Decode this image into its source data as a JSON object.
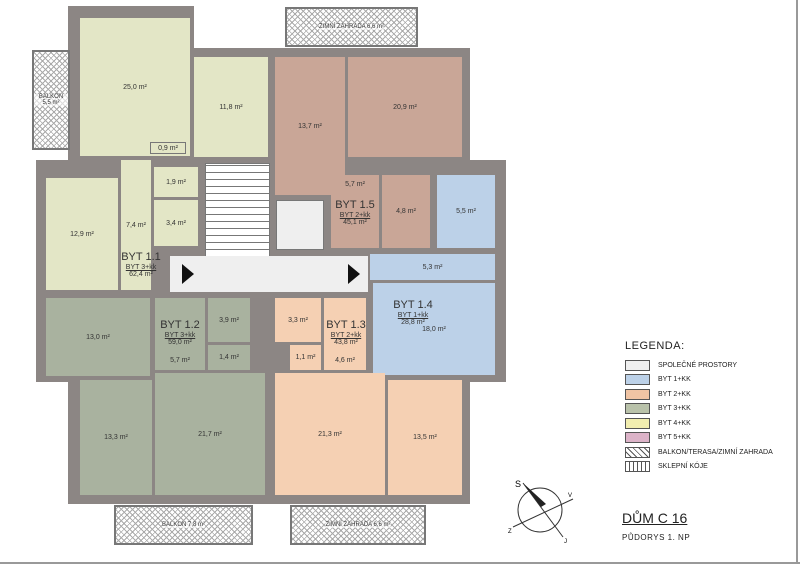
{
  "rooms": {
    "r1_living": "25,0 m²",
    "r1_room": "11,8 m²",
    "r1_pantry": "0,9 m²",
    "r1_bed": "12,9 m²",
    "r1_hall": "7,4 m²",
    "r1_wc": "1,9 m²",
    "r1_bath": "3,4 m²",
    "r5_bed": "13,7 m²",
    "r5_living": "20,9 m²",
    "r5_hall": "5,7 m²",
    "r5_bath": "4,8 m²",
    "r4_bath": "5,5 m²",
    "r4_hall": "5,3 m²",
    "r4_living": "18,0 m²",
    "r2_room": "13,0 m²",
    "r2_hall": "5,7 m²",
    "r2_bath": "3,9 m²",
    "r2_wc": "1,4 m²",
    "r2_bed": "13,3 m²",
    "r2_living": "21,7 m²",
    "r3_bath": "3,3 m²",
    "r3_wc": "1,1 m²",
    "r3_hall": "4,6 m²",
    "r3_living": "21,3 m²",
    "r3_bed": "13,5 m²"
  },
  "outdoor": {
    "balkon_left": "BALKON 5,5 m²",
    "zahrada_top": "ZIMNÍ ZAHRADA 6,6 m²",
    "balkon_bottom": "BALKON 7,8 m²",
    "zahrada_bottom": "ZIMNÍ ZAHRADA 6,6 m²"
  },
  "units": [
    {
      "name": "BYT 1.1",
      "type": "BYT 3+kk",
      "area": "62,4 m²"
    },
    {
      "name": "BYT 1.2",
      "type": "BYT 3+kk",
      "area": "59,0 m²"
    },
    {
      "name": "BYT 1.3",
      "type": "BYT 2+kk",
      "area": "43,8 m²"
    },
    {
      "name": "BYT 1.4",
      "type": "BYT 1+kk",
      "area": "28,8 m²"
    },
    {
      "name": "BYT 1.5",
      "type": "BYT 2+kk",
      "area": "45,1 m²"
    }
  ],
  "legend": {
    "title": "LEGENDA:",
    "items": [
      {
        "label": "SPOLEČNÉ PROSTORY",
        "color": "#efefef"
      },
      {
        "label": "BYT 1+KK",
        "color": "#bcd1e8"
      },
      {
        "label": "BYT 2+KK",
        "color": "#f0c4a4"
      },
      {
        "label": "BYT 3+KK",
        "color": "#b9c2aa"
      },
      {
        "label": "BYT 4+KK",
        "color": "#f2eeb0"
      },
      {
        "label": "BYT 5+KK",
        "color": "#dcb3c8"
      },
      {
        "label": "BALKON/TERASA/ZIMNÍ ZAHRADA",
        "color": "hatch"
      },
      {
        "label": "SKLEPNÍ KÓJE",
        "color": "grid"
      }
    ]
  },
  "compass": {
    "n": "S",
    "e": "V",
    "s": "J",
    "w": "Z"
  },
  "title": {
    "building": "DŮM C 16",
    "floor": "PŮDORYS 1. NP"
  }
}
